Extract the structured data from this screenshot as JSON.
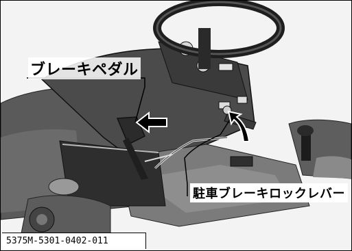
{
  "illustration": {
    "label_brake_pedal": "ブレーキペダル",
    "label_parking_brake_lever": "駐車ブレーキロックレバー",
    "figure_code": "5375M-5301-0402-011"
  },
  "colors": {
    "body_dark": "#4a4a4a",
    "body_mid": "#6e6e6e",
    "body_light": "#a9a9a9",
    "line": "#111111",
    "arrow_fill": "#000000"
  },
  "icons": [
    "brake-pedal-arrow-icon",
    "parking-lever-arrow-icon"
  ]
}
